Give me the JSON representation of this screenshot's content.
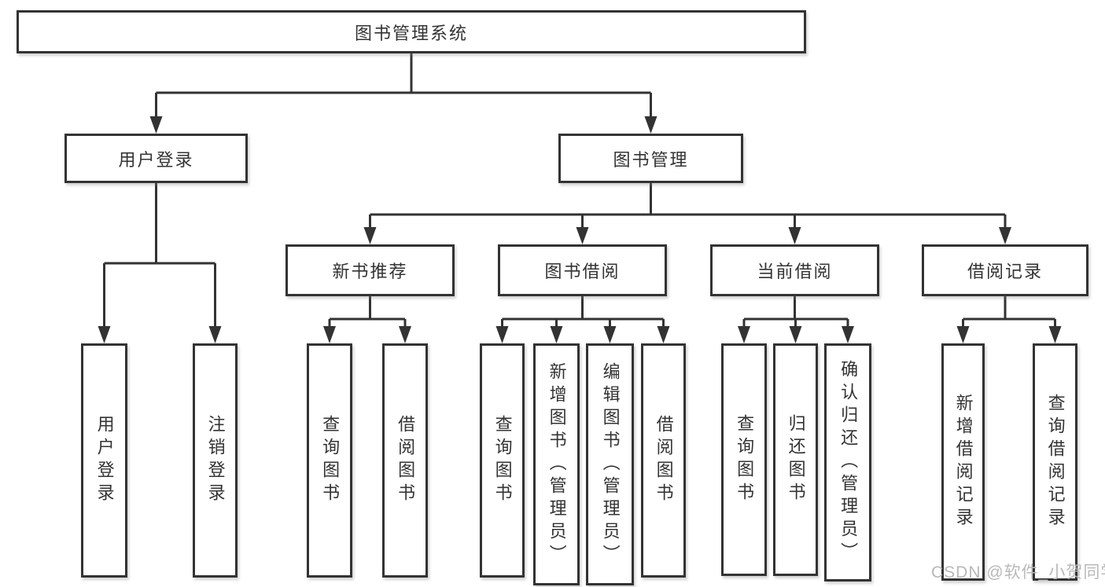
{
  "title": "图书管理系统",
  "diagram": {
    "root": {
      "label": "图书管理系统"
    },
    "branches": [
      {
        "label": "用户登录",
        "children": [
          {
            "label": "用户登录"
          },
          {
            "label": "注销登录"
          }
        ]
      },
      {
        "label": "图书管理",
        "sections": [
          {
            "label": "新书推荐",
            "children": [
              {
                "label": "查询图书"
              },
              {
                "label": "借阅图书"
              }
            ]
          },
          {
            "label": "图书借阅",
            "children": [
              {
                "label": "查询图书"
              },
              {
                "label": "新增图书（管理员）"
              },
              {
                "label": "编辑图书（管理员）"
              },
              {
                "label": "借阅图书"
              }
            ]
          },
          {
            "label": "当前借阅",
            "children": [
              {
                "label": "查询图书"
              },
              {
                "label": "归还图书"
              },
              {
                "label": "确认归还（管理员）"
              }
            ]
          },
          {
            "label": "借阅记录",
            "children": [
              {
                "label": "新增借阅记录"
              },
              {
                "label": "查询借阅记录"
              }
            ]
          }
        ]
      }
    ]
  },
  "watermark": {
    "text": "CSDN @软件_小贺同学"
  },
  "colors": {
    "line": "#333333",
    "box_border": "#333333",
    "box_fill": "#ffffff",
    "text": "#333333",
    "watermark": "#b9b9b9"
  }
}
